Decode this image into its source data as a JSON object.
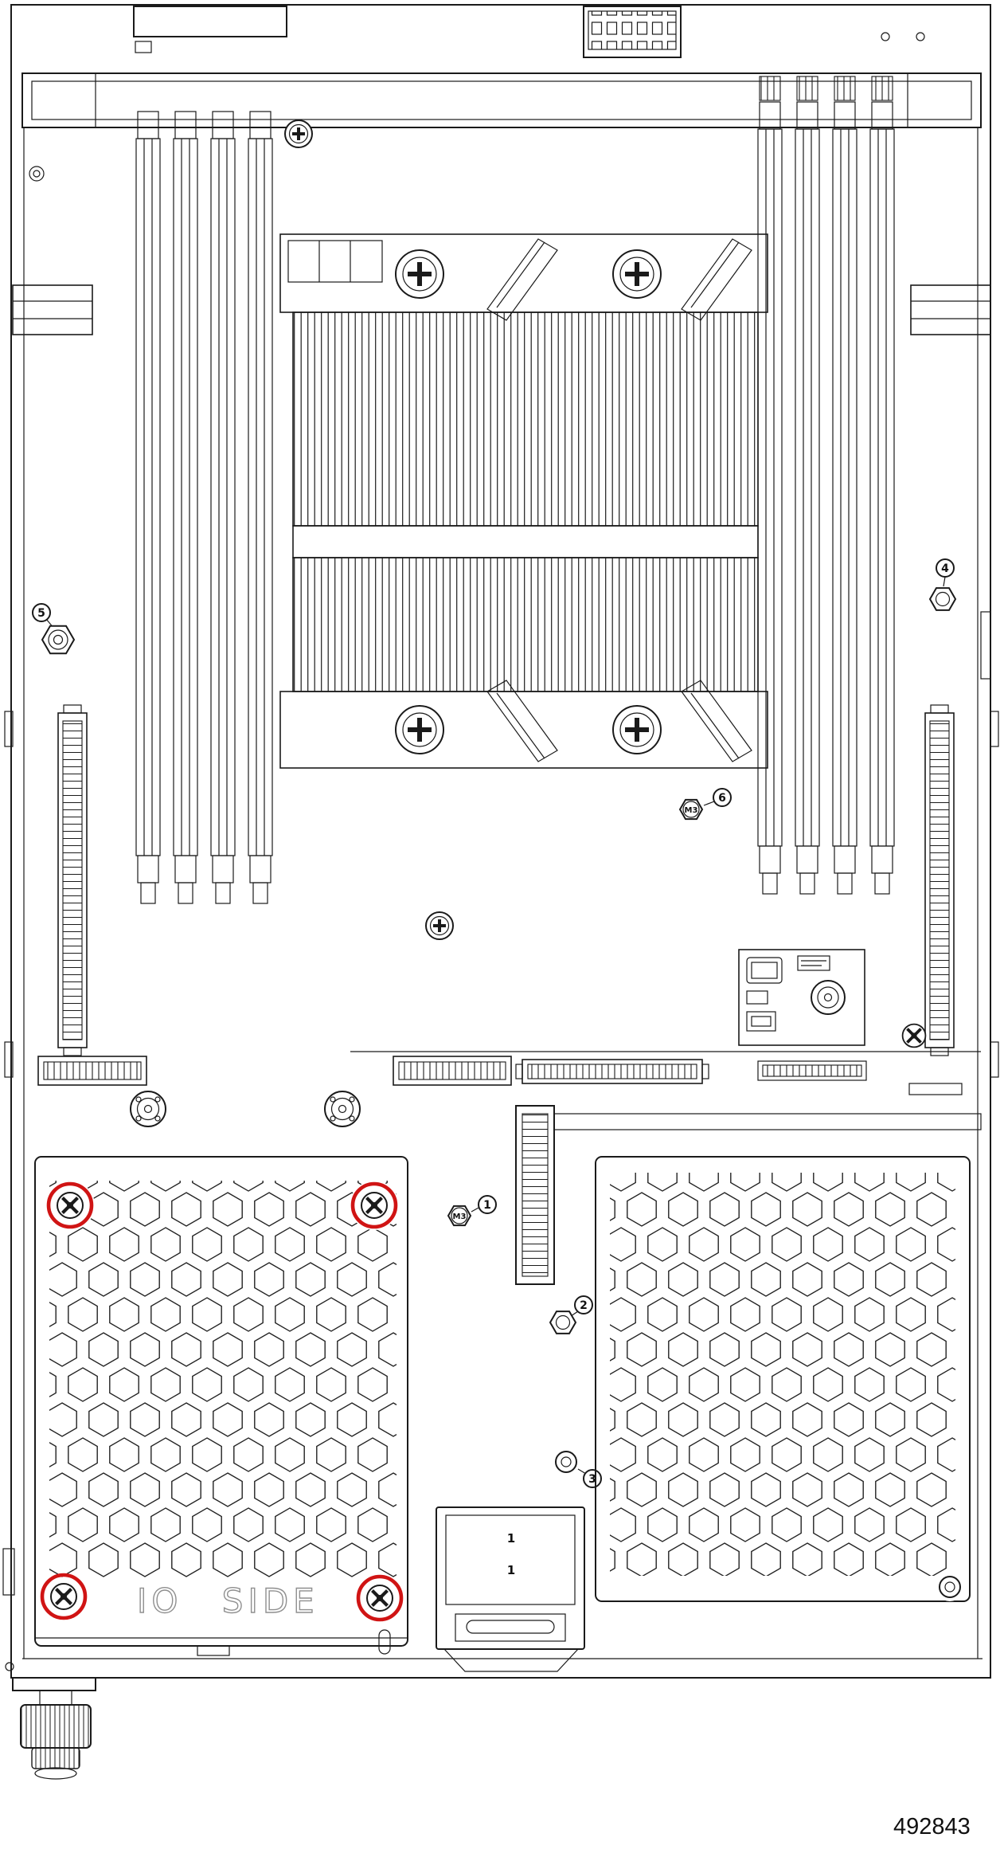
{
  "figure": {
    "part_number": "492843",
    "io_side_label": "IO SIDE"
  },
  "callouts": {
    "c1": "1",
    "c2": "2",
    "c3": "3",
    "c4": "4",
    "c5": "5",
    "c6": "6"
  },
  "screw_labels": {
    "m3_heatsink": "M3",
    "m3_card": "M3"
  },
  "bottom_connector": {
    "pin1": "1",
    "pin2": "1"
  },
  "colors": {
    "highlight_red": "#d01414",
    "line_black": "#1a1a1a"
  }
}
